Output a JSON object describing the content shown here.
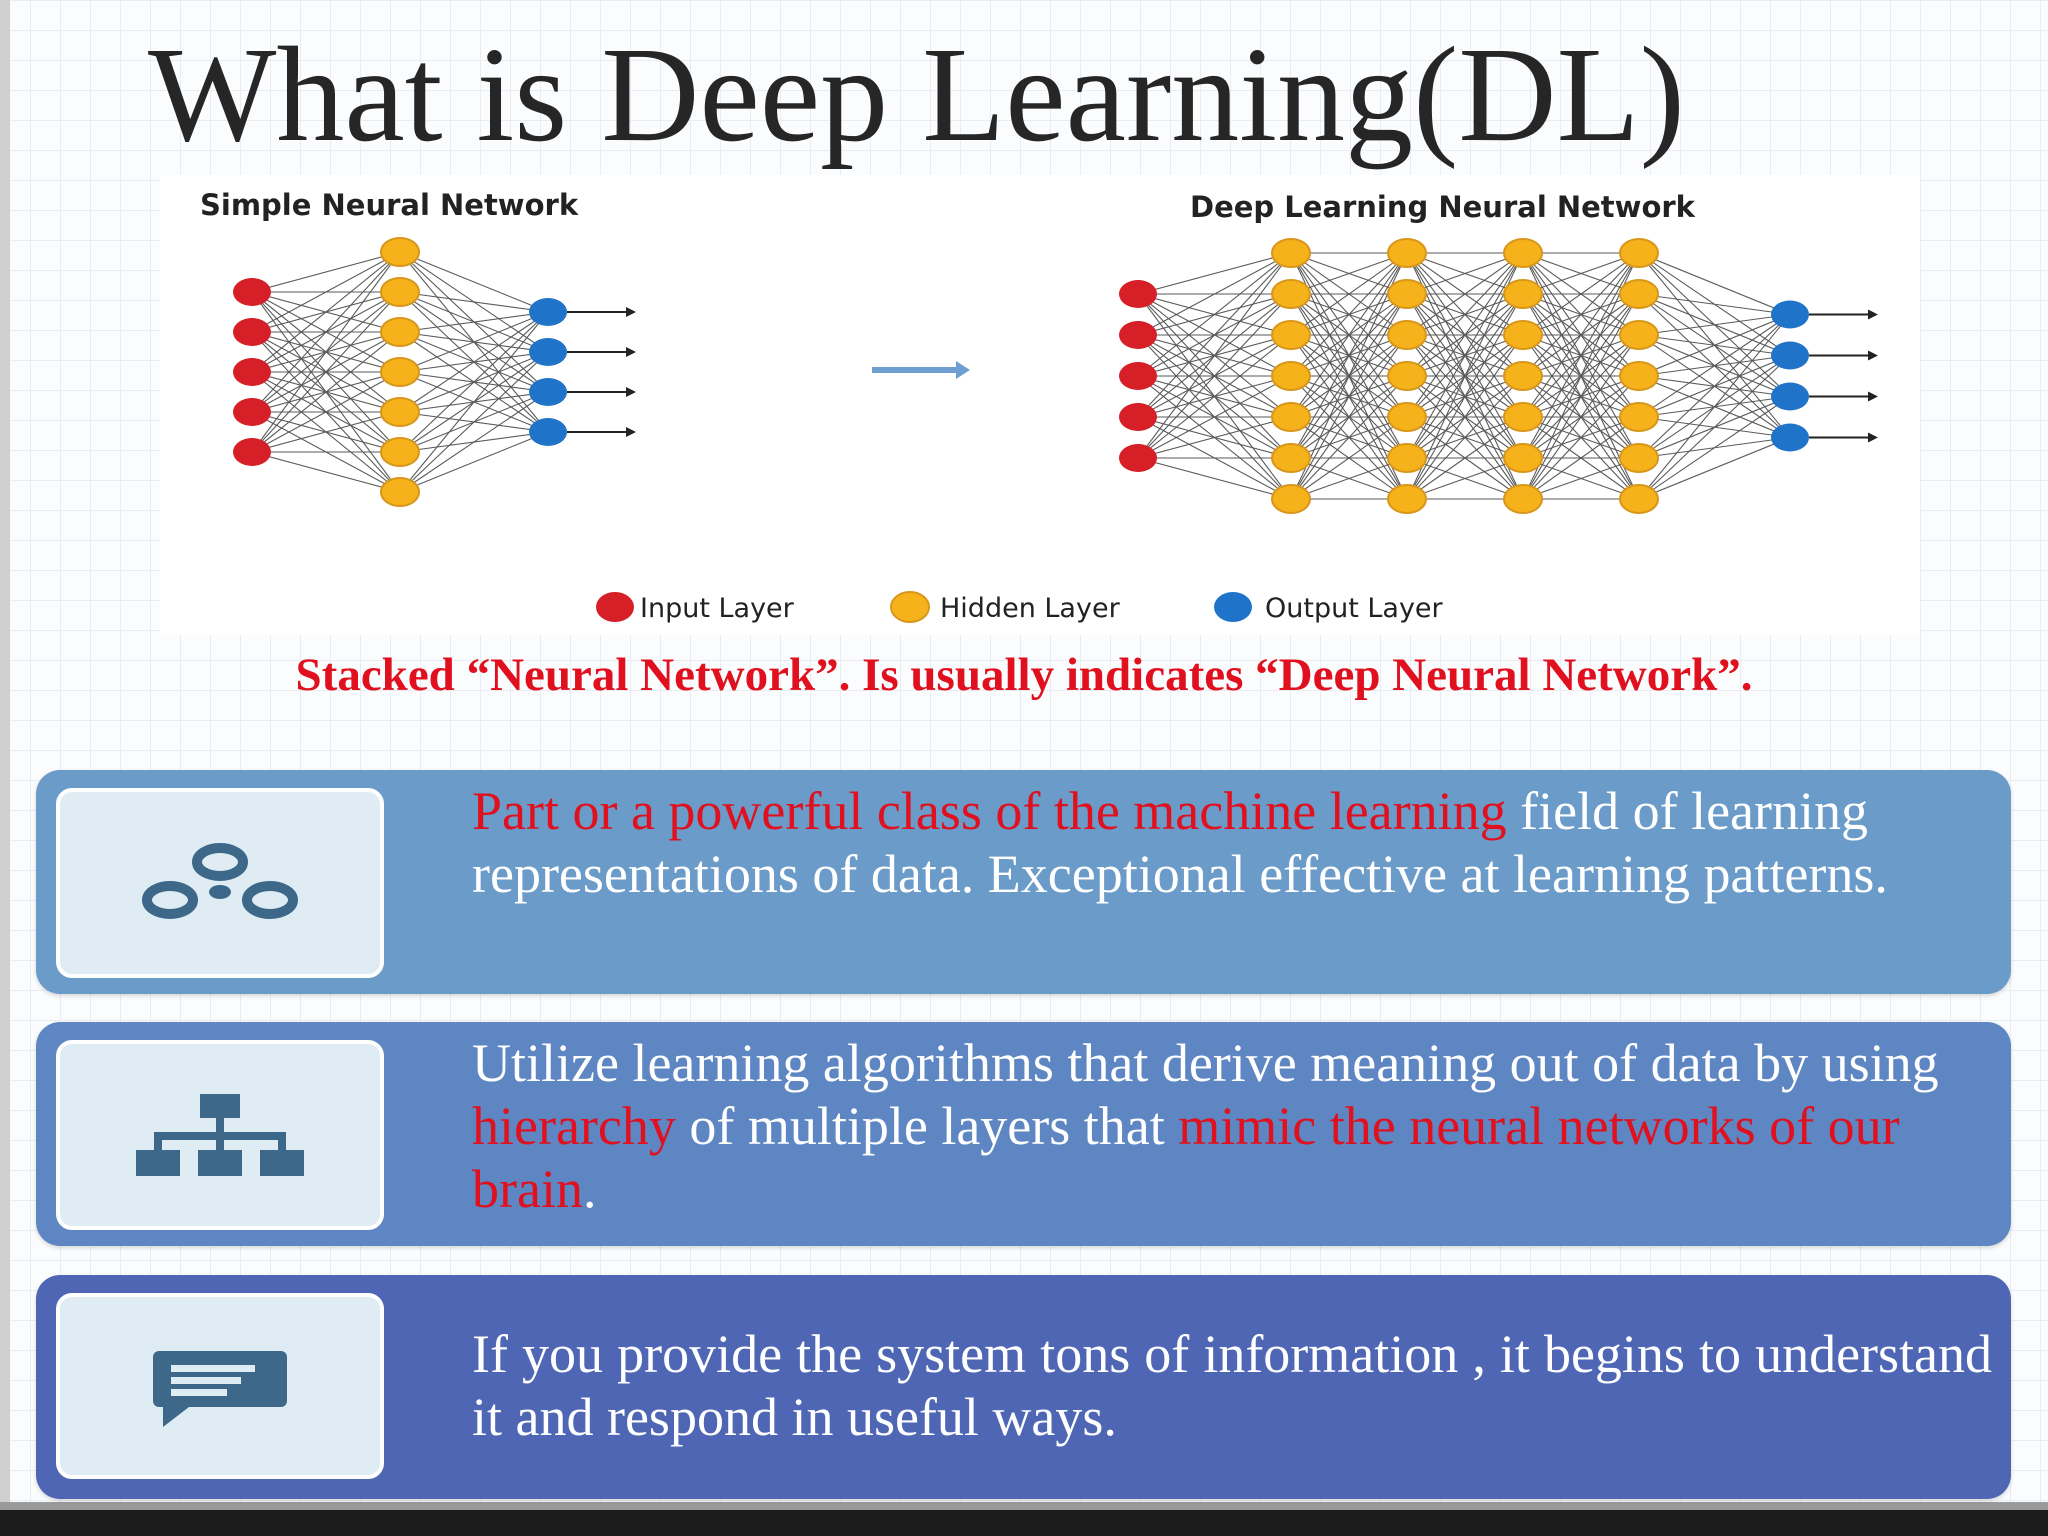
{
  "slide": {
    "title": "What is Deep Learning(DL)",
    "caption": "Stacked “Neural Network”. Is usually indicates “Deep Neural Network”."
  },
  "diagram": {
    "simple_label": "Simple Neural Network",
    "deep_label": "Deep Learning Neural Network",
    "legend": {
      "input": "Input Layer",
      "hidden": "Hidden Layer",
      "output": "Output Layer"
    },
    "colors": {
      "input": "#d61f26",
      "hidden": "#f5b21b",
      "output": "#1f74c9",
      "arrow": "#6f9fd0"
    },
    "simple_layers": [
      5,
      7,
      4
    ],
    "deep_layers": [
      5,
      7,
      7,
      7,
      7,
      4
    ]
  },
  "boxes": [
    {
      "icon": "nodes-icon",
      "parts": [
        {
          "text": "Part or a powerful class of  the machine learning",
          "highlight": true
        },
        {
          "text": " field of learning representations of data. Exceptional effective at learning patterns.",
          "highlight": false
        }
      ]
    },
    {
      "icon": "hierarchy-icon",
      "parts": [
        {
          "text": "Utilize learning algorithms that derive meaning out of data by using ",
          "highlight": false
        },
        {
          "text": "hierarchy",
          "highlight": true
        },
        {
          "text": " of multiple layers that ",
          "highlight": false
        },
        {
          "text": "mimic the neural networks of our brain",
          "highlight": true
        },
        {
          "text": ".",
          "highlight": false
        }
      ]
    },
    {
      "icon": "chat-icon",
      "parts": [
        {
          "text": "If you provide the system tons of information , it begins to understand it and respond in useful ways.",
          "highlight": false
        }
      ]
    }
  ],
  "theme": {
    "highlight": "#e0101e",
    "box1": "#6b9bc9",
    "box2": "#5e86c2",
    "box3": "#4e66b4",
    "icon": "#3d6889"
  }
}
